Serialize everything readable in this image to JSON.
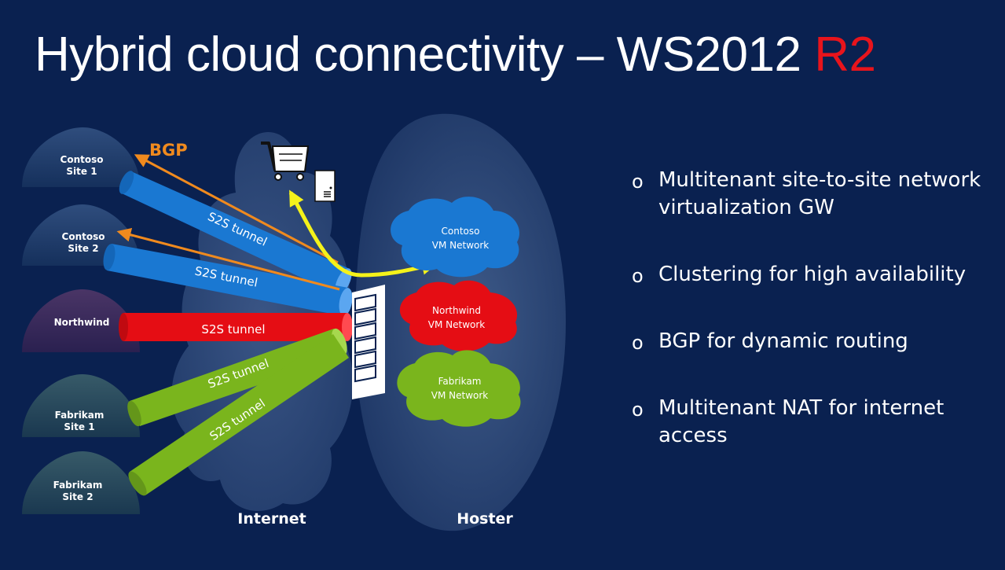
{
  "title": {
    "main": "Hybrid cloud connectivity – WS2012 ",
    "accent": "R2"
  },
  "sites": [
    {
      "line1": "Contoso",
      "line2": "Site 1"
    },
    {
      "line1": "Contoso",
      "line2": "Site 2"
    },
    {
      "line1": "Northwind",
      "line2": ""
    },
    {
      "line1": "Fabrikam",
      "line2": "Site 1"
    },
    {
      "line1": "Fabrikam",
      "line2": "Site 2"
    }
  ],
  "tunnel_label": "S2S tunnel",
  "bgp_label": "BGP",
  "zones": {
    "internet": "Internet",
    "hoster": "Hoster"
  },
  "vm_networks": [
    {
      "line1": "Contoso",
      "line2": "VM Network"
    },
    {
      "line1": "Northwind",
      "line2": "VM Network"
    },
    {
      "line1": "Fabrikam",
      "line2": "VM Network"
    }
  ],
  "bullets": [
    {
      "marker": "o",
      "text": "Multitenant site-to-site network virtualization GW"
    },
    {
      "marker": "o",
      "text": "Clustering for high availability"
    },
    {
      "marker": "o",
      "text": "BGP for dynamic routing"
    },
    {
      "marker": "o",
      "text": "Multitenant NAT for internet access"
    }
  ],
  "colors": {
    "background": "#0a2150",
    "contoso": "#1a78d2",
    "northwind": "#e50d14",
    "fabrikam": "#7ab51d",
    "bgp": "#f08a1e",
    "highlight": "#f4f21a",
    "title_accent": "#e8141c"
  },
  "icons": [
    "shopping-cart-icon",
    "server-icon",
    "gateway-server-icon"
  ]
}
